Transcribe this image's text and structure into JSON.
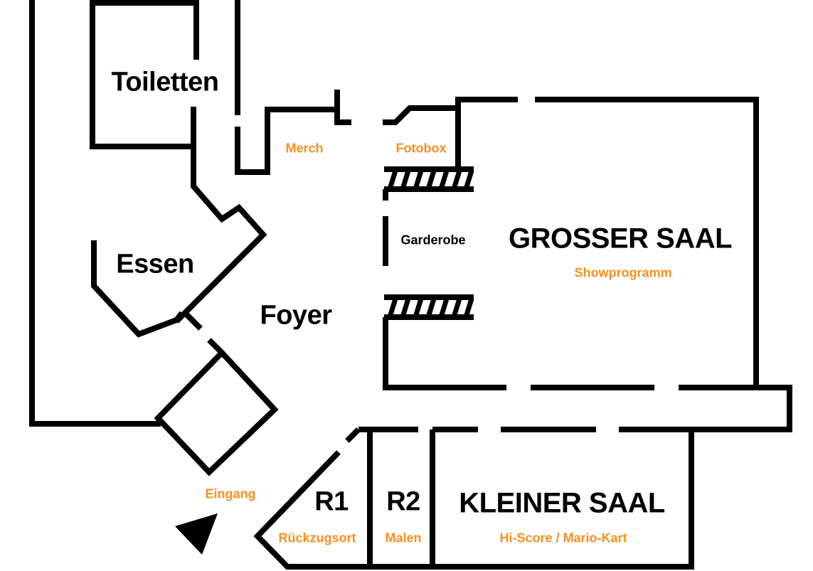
{
  "map": {
    "title": "Floor plan",
    "accent_color": "#f7901e",
    "wall_color": "#000000",
    "rooms": {
      "toiletten": {
        "name": "Toiletten"
      },
      "essen": {
        "name": "Essen"
      },
      "foyer": {
        "name": "Foyer"
      },
      "garderobe": {
        "name": "Garderobe"
      },
      "grosser_saal": {
        "name": "GROSSER SAAL",
        "activity": "Showprogramm"
      },
      "kleiner_saal": {
        "name": "KLEINER SAAL",
        "activity": "Hi-Score / Mario-Kart"
      },
      "r1": {
        "name": "R1",
        "activity": "Rückzugsort"
      },
      "r2": {
        "name": "R2",
        "activity": "Malen"
      }
    },
    "areas": {
      "merch": "Merch",
      "fotobox": "Fotobox",
      "eingang": "Eingang"
    },
    "entrance_marker": "entrance-arrow"
  }
}
